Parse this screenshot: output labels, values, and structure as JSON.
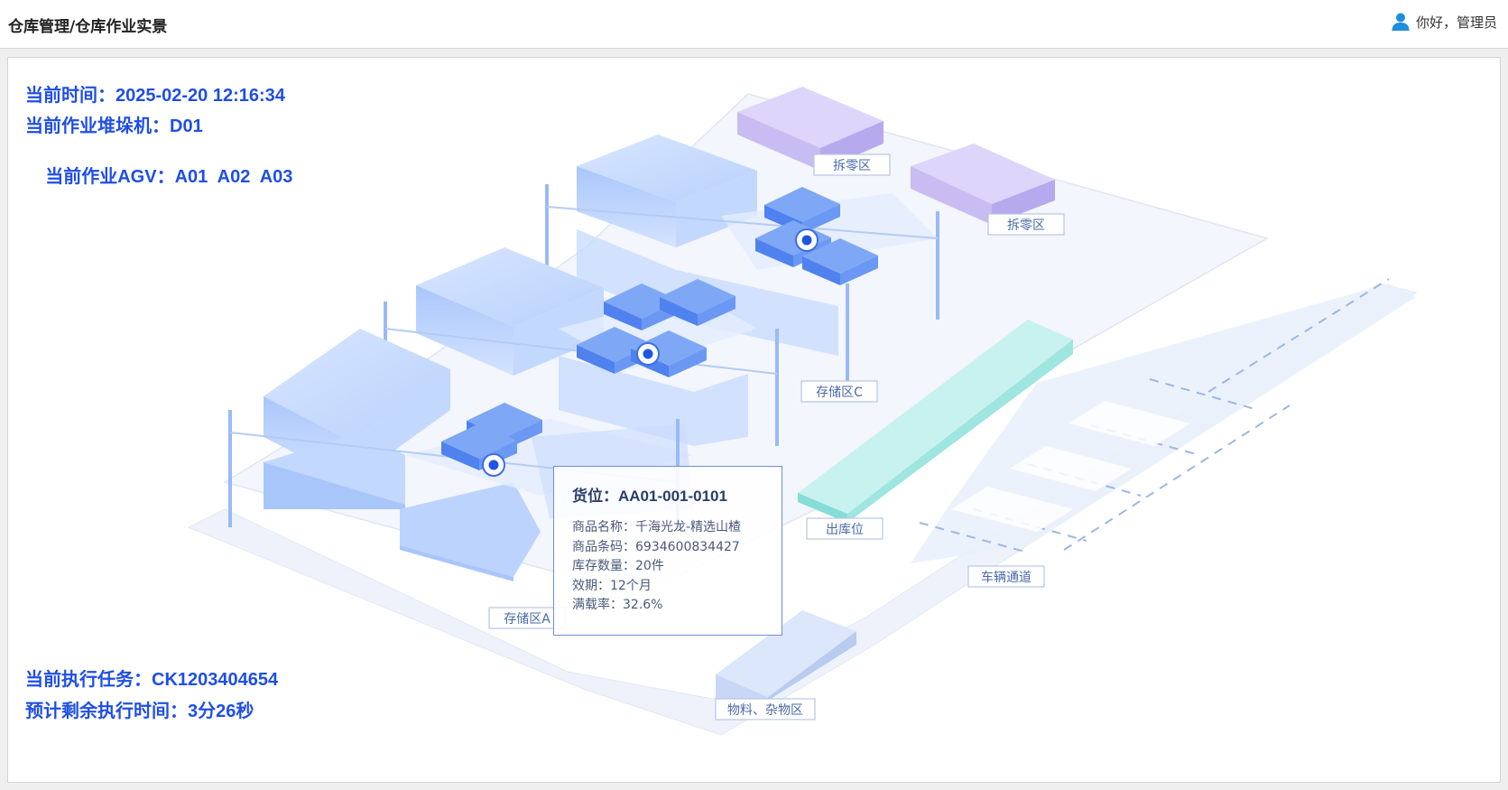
{
  "header": {
    "breadcrumb": "仓库管理/仓库作业实景",
    "greeting": "你好，管理员"
  },
  "status": {
    "time_label": "当前时间：",
    "time_value": "2025-02-20 12:16:34",
    "stacker_label": "当前作业堆垛机：",
    "stacker_value": "D01",
    "agv_label": "当前作业AGV：",
    "agv_value": "A01  A02  A03",
    "task_label": "当前执行任务：",
    "task_value": "CK1203404654",
    "remaining_label": "预计剩余执行时间：",
    "remaining_value": "3分26秒"
  },
  "zones": {
    "split_zone_1": "拆零区",
    "split_zone_2": "拆零区",
    "storage_c": "存储区C",
    "storage_a": "存储区A",
    "outbound": "出库位",
    "vehicle_lane": "车辆通道",
    "materials": "物料、杂物区"
  },
  "tooltip": {
    "title_label": "货位：",
    "title_value": "AA01-001-0101",
    "rows": [
      {
        "label": "商品名称：",
        "value": "千海光龙-精选山楂"
      },
      {
        "label": "商品条码：",
        "value": "6934600834427"
      },
      {
        "label": "库存数量：",
        "value": "20件"
      },
      {
        "label": "效期：",
        "value": "12个月"
      },
      {
        "label": "满载率：",
        "value": "32.6%"
      }
    ]
  },
  "icons": {
    "user": "user-icon",
    "location_marker": "location-pin-icon"
  },
  "colors": {
    "accent_blue": "#1f4ee6",
    "rack_blue": "#8fb4f5",
    "box_blue": "#5b8ef0",
    "split_purple": "#c9bdf2",
    "outbound_teal": "#8fe0dc"
  }
}
